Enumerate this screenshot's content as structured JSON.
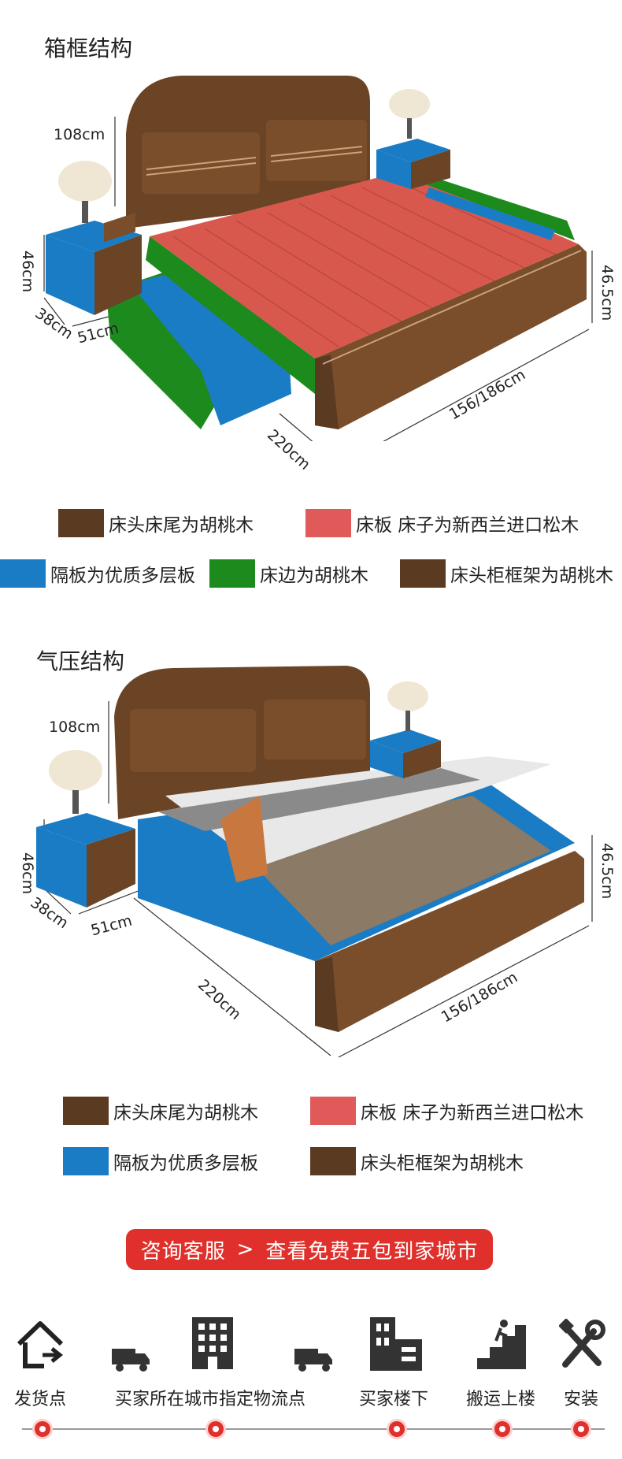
{
  "sections": [
    {
      "title": "箱框结构",
      "dims": {
        "headboard_height": "108cm",
        "nightstand_height": "46cm",
        "nightstand_depth": "38cm",
        "nightstand_width": "51cm",
        "bed_length": "220cm",
        "bed_width": "156/186cm",
        "bed_height": "46.5cm"
      },
      "legend": [
        {
          "label": "床头床尾为胡桃木",
          "color": "#5b3a22"
        },
        {
          "label": "床板 床子为新西兰进口松木",
          "color": "#e05a5a"
        },
        {
          "label": "隔板为优质多层板",
          "color": "#1a7cc4"
        },
        {
          "label": "床边为胡桃木",
          "color": "#1d8a1d"
        },
        {
          "label": "床头柜框架为胡桃木",
          "color": "#5b3a22"
        }
      ]
    },
    {
      "title": "气压结构",
      "dims": {
        "headboard_height": "108cm",
        "nightstand_height": "46cm",
        "nightstand_depth": "38cm",
        "nightstand_width": "51cm",
        "bed_length": "220cm",
        "bed_width": "156/186cm",
        "bed_height": "46.5cm"
      },
      "legend": [
        {
          "label": "床头床尾为胡桃木",
          "color": "#5b3a22"
        },
        {
          "label": "床板 床子为新西兰进口松木",
          "color": "#e05a5a"
        },
        {
          "label": "隔板为优质多层板",
          "color": "#1a7cc4"
        },
        {
          "label": "床头柜框架为胡桃木",
          "color": "#5b3a22"
        }
      ]
    }
  ],
  "cta": {
    "left": "咨询客服",
    "arrow": ">",
    "right": "查看免费五包到家城市"
  },
  "delivery_steps": [
    {
      "label": "发货点",
      "icon": "house-arrow-icon"
    },
    {
      "label": "",
      "icon": "truck-icon"
    },
    {
      "label": "买家所在城市指定物流点",
      "icon": "building-icon"
    },
    {
      "label": "",
      "icon": "truck-icon"
    },
    {
      "label": "买家楼下",
      "icon": "apartment-icon"
    },
    {
      "label": "搬运上楼",
      "icon": "stairs-icon"
    },
    {
      "label": "安装",
      "icon": "tools-icon"
    }
  ]
}
